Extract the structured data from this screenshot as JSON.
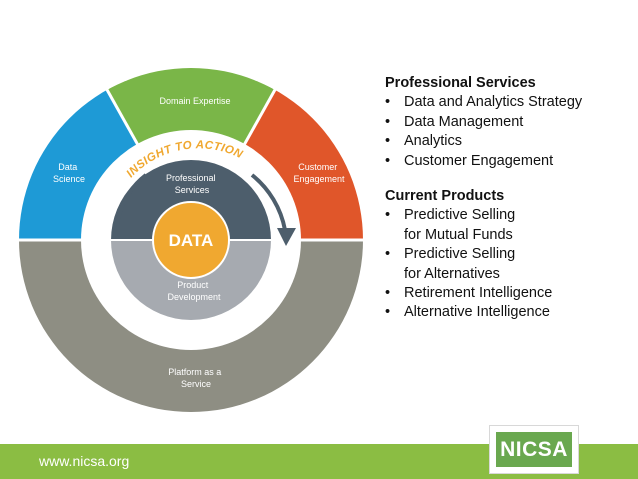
{
  "diagram": {
    "outer_segments": {
      "domain_expertise": "Domain Expertise",
      "data_science": [
        "Data",
        "Science"
      ],
      "customer_engagement": [
        "Customer",
        "Engagement"
      ],
      "platform": [
        "Platform as a",
        "Service"
      ]
    },
    "arc_text": "INSIGHT TO ACTION",
    "inner": {
      "professional_services": [
        "Professional",
        "Services"
      ],
      "product_development": [
        "Product",
        "Development"
      ],
      "core": "DATA"
    },
    "colors": {
      "domain_expertise": "#7ab648",
      "data_science": "#1e9ad6",
      "customer_engagement": "#e0562a",
      "platform": "#8e8e83",
      "professional_services": "#4d5e6c",
      "product_development": "#a6aab0",
      "core": "#f0a830"
    }
  },
  "panel": {
    "professional_services": {
      "heading": "Professional Services",
      "items": [
        "Data and Analytics Strategy",
        "Data Management",
        "Analytics",
        "Customer Engagement"
      ]
    },
    "current_products": {
      "heading": "Current Products",
      "items": [
        [
          "Predictive Selling",
          "for Mutual Funds"
        ],
        [
          "Predictive Selling",
          "for Alternatives"
        ],
        [
          "Retirement Intelligence"
        ],
        [
          "Alternative Intelligence"
        ]
      ]
    }
  },
  "footer": {
    "url": "www.nicsa.org",
    "logo": "NICSA",
    "bar_color": "#8bbd43"
  }
}
